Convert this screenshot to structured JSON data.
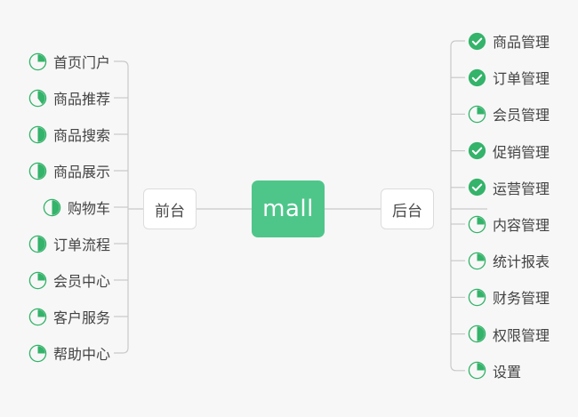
{
  "diagram": {
    "type": "mind-map",
    "background_color": "#f7f7f7",
    "accent_color": "#34b36a",
    "center_node_color": "#4ec68a",
    "center": {
      "label": "mall"
    },
    "branches": [
      {
        "id": "frontend",
        "side": "left",
        "label": "前台",
        "items": [
          {
            "label": "首页门户",
            "icon": "pie-progress-icon",
            "progress": 25,
            "state": "in-progress"
          },
          {
            "label": "商品推荐",
            "icon": "pie-progress-icon",
            "progress": 40,
            "state": "in-progress"
          },
          {
            "label": "商品搜索",
            "icon": "pie-progress-icon",
            "progress": 50,
            "state": "in-progress"
          },
          {
            "label": "商品展示",
            "icon": "pie-progress-icon",
            "progress": 50,
            "state": "in-progress"
          },
          {
            "label": "购物车",
            "icon": "pie-progress-icon",
            "progress": 50,
            "state": "in-progress"
          },
          {
            "label": "订单流程",
            "icon": "pie-progress-icon",
            "progress": 50,
            "state": "in-progress"
          },
          {
            "label": "会员中心",
            "icon": "pie-progress-icon",
            "progress": 25,
            "state": "in-progress"
          },
          {
            "label": "客户服务",
            "icon": "pie-progress-icon",
            "progress": 25,
            "state": "in-progress"
          },
          {
            "label": "帮助中心",
            "icon": "pie-progress-icon",
            "progress": 25,
            "state": "in-progress"
          }
        ]
      },
      {
        "id": "backend",
        "side": "right",
        "label": "后台",
        "items": [
          {
            "label": "商品管理",
            "icon": "check-circle-icon",
            "progress": 100,
            "state": "complete"
          },
          {
            "label": "订单管理",
            "icon": "check-circle-icon",
            "progress": 100,
            "state": "complete"
          },
          {
            "label": "会员管理",
            "icon": "pie-progress-icon",
            "progress": 25,
            "state": "in-progress"
          },
          {
            "label": "促销管理",
            "icon": "check-circle-icon",
            "progress": 100,
            "state": "complete"
          },
          {
            "label": "运营管理",
            "icon": "check-circle-icon",
            "progress": 100,
            "state": "complete"
          },
          {
            "label": "内容管理",
            "icon": "pie-progress-icon",
            "progress": 25,
            "state": "in-progress"
          },
          {
            "label": "统计报表",
            "icon": "pie-progress-icon",
            "progress": 25,
            "state": "in-progress"
          },
          {
            "label": "财务管理",
            "icon": "pie-progress-icon",
            "progress": 25,
            "state": "in-progress"
          },
          {
            "label": "权限管理",
            "icon": "pie-progress-icon",
            "progress": 50,
            "state": "in-progress"
          },
          {
            "label": "设置",
            "icon": "pie-progress-icon",
            "progress": 25,
            "state": "in-progress"
          }
        ]
      }
    ]
  }
}
